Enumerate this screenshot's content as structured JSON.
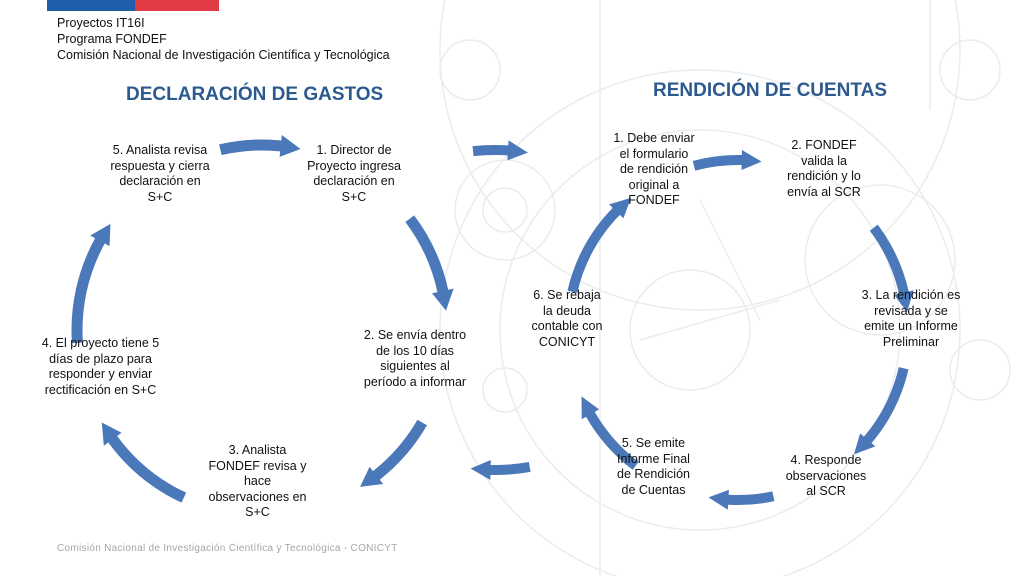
{
  "header": {
    "line1": "Proyectos IT16I",
    "line2": "Programa FONDEF",
    "line3": "Comisión Nacional de Investigación Científica y Tecnológica"
  },
  "colors": {
    "arrow": "#4a78b8",
    "title": "#2c5a8f",
    "flag_blue": "#1f5ea8",
    "flag_red": "#e23b44"
  },
  "left_cycle": {
    "title": "DECLARACIÓN DE GASTOS",
    "steps": [
      "1. Director de Proyecto ingresa declaración en S+C",
      "2. Se envía dentro de los 10 días siguientes al período a informar",
      "3. Analista FONDEF revisa y hace observaciones en S+C",
      "4. El proyecto tiene 5 días de plazo para responder y enviar rectificación en S+C",
      "5. Analista revisa respuesta y cierra declaración en S+C"
    ]
  },
  "right_cycle": {
    "title": "RENDICIÓN DE CUENTAS",
    "steps": [
      "1. Debe enviar el formulario de rendición original a FONDEF",
      "2. FONDEF valida la rendición y lo envía al SCR",
      "3. La rendición es revisada y se emite un Informe Preliminar",
      "4. Responde observaciones al SCR",
      "5. Se emite Informe Final de Rendición de Cuentas",
      "6. Se rebaja la deuda contable con CONICYT"
    ]
  },
  "footer": "Comisión Nacional de Investigación Científica y Tecnológica - CONICYT"
}
